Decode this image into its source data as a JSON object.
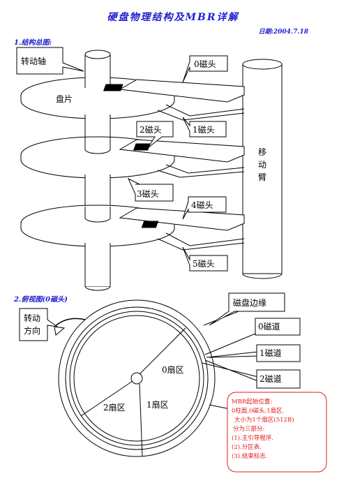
{
  "document": {
    "title": "硬盘物理结构及MBR详解",
    "date": "日期:2004.7.18"
  },
  "section1": {
    "heading": "1.结构总图:",
    "spindle_callout": "转动轴",
    "platter_label": "盘片",
    "arm_label": [
      "移",
      "动",
      "臂"
    ],
    "heads": [
      "0磁头",
      "1磁头",
      "2磁头",
      "3磁头",
      "4磁头",
      "5磁头"
    ]
  },
  "section2": {
    "heading": "2.俯视图(0磁头)",
    "rotation_label": [
      "转动",
      "方向"
    ],
    "edge_label": "磁盘边缘",
    "tracks": [
      "0磁道",
      "1磁道",
      "2磁道"
    ],
    "sectors": [
      "0扇区",
      "1扇区",
      "2扇区"
    ],
    "mbr_note": [
      "MBR起始位置:",
      "0柱面,0磁头,1扇区.",
      "大小为1个扇区(512B)",
      "分为三部分:",
      "(1).主引导程序.",
      "(2).分区表.",
      "(3).结束标志."
    ]
  },
  "colors": {
    "heading": "#1f1fd0",
    "note_border": "#e21b1b",
    "note_text": "#e21b1b"
  }
}
